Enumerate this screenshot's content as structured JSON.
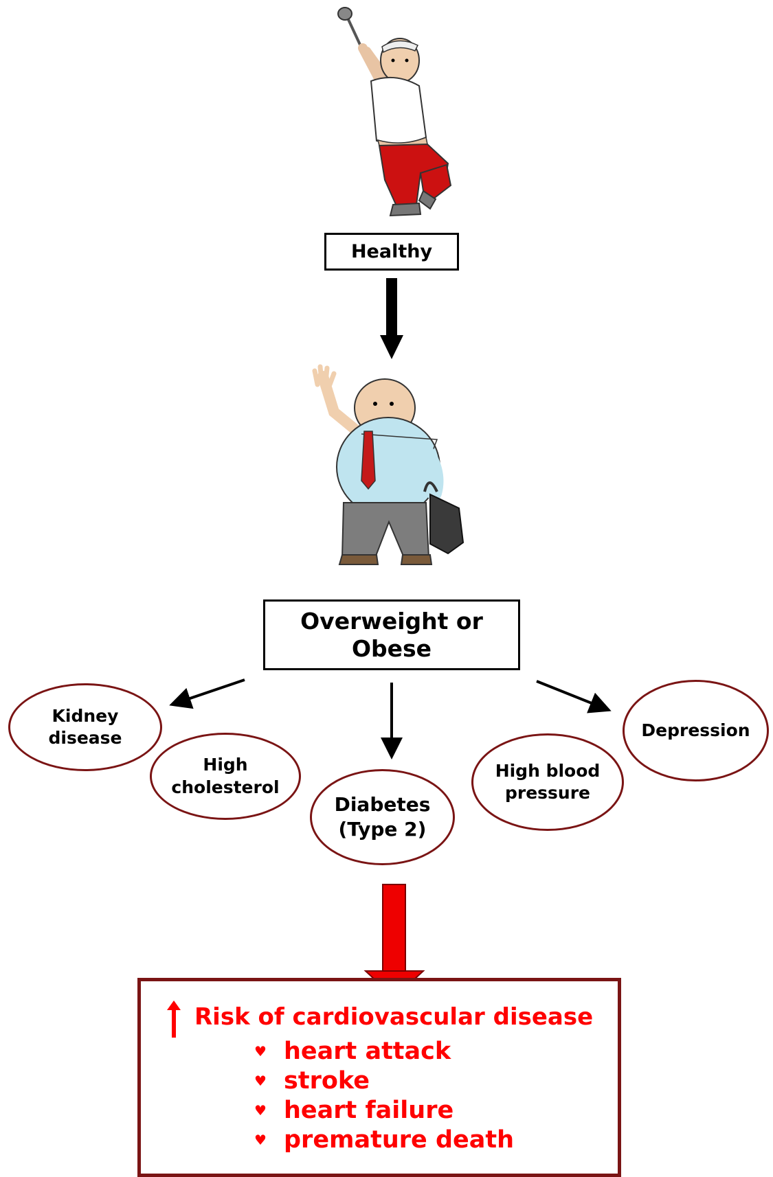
{
  "nodes": {
    "healthy": "Healthy",
    "overweight": "Overweight or Obese",
    "conditions": {
      "kidney": "Kidney disease",
      "cholesterol": "High cholesterol",
      "diabetes": "Diabetes (Type 2)",
      "blood_pressure": "High blood pressure",
      "depression": "Depression"
    }
  },
  "outcome": {
    "title": "Risk of cardiovascular disease",
    "items": [
      "heart attack",
      "stroke",
      "heart failure",
      "premature death"
    ],
    "bullet_icon": "heart-icon",
    "indicator_icon": "up-arrow-icon"
  },
  "colors": {
    "outcome_text": "#ff0000",
    "oval_border": "#7a1414",
    "big_arrow_fill": "#ee0000"
  }
}
